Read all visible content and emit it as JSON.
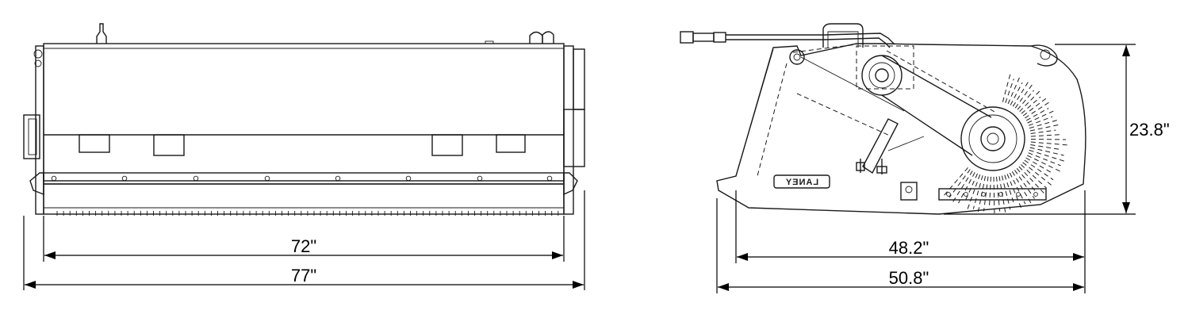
{
  "front_view": {
    "inner_width_label": "72\"",
    "overall_width_label": "77\""
  },
  "side_view": {
    "height_label": "23.8\"",
    "inner_depth_label": "48.2\"",
    "overall_depth_label": "50.8\"",
    "decal_text": "LANEY"
  },
  "colors": {
    "line": "#1a1a1a",
    "background": "#ffffff"
  }
}
